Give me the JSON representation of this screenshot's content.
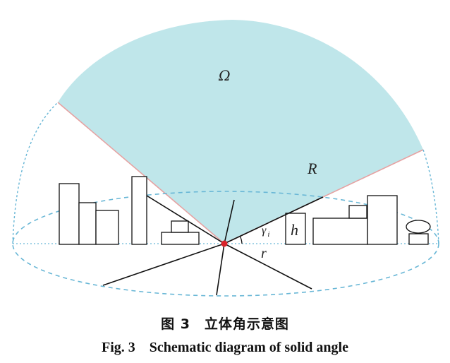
{
  "labels": {
    "omega": "Ω",
    "R": "R",
    "h": "h",
    "gamma": "γ",
    "gamma_sub": "i",
    "r": "r"
  },
  "caption": {
    "zh": "图 3　立体角示意图",
    "en": "Fig. 3　Schematic diagram of solid angle"
  },
  "colors": {
    "sector_fill": "#bfe6ea",
    "sector_edge": "#e6a2a2",
    "dashed": "#69b7d6",
    "lines": "#111111",
    "center_dot": "#d9232a"
  }
}
